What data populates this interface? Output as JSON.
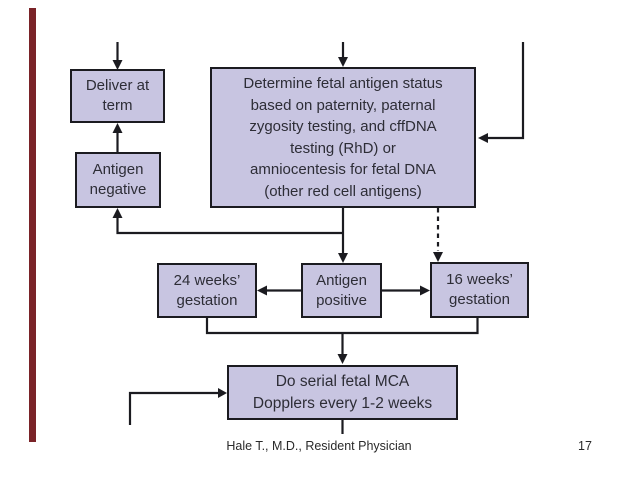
{
  "slide": {
    "footer_text": "Hale T., M.D., Resident Physician",
    "page_number": "17",
    "background_color": "#ffffff",
    "accent_bar_color": "#7a2328"
  },
  "flowchart": {
    "style": {
      "node_fill": "#c8c5e1",
      "node_border": "#1b1b20",
      "text_color": "#2d2d36",
      "line_color": "#1b1b20"
    },
    "nodes": {
      "deliver_at_term": "Deliver at\nterm",
      "antigen_negative": "Antigen\nnegative",
      "determine_status": "Determine fetal antigen status\nbased on paternity, paternal\nzygosity testing, and cffDNA\ntesting (RhD) or\namniocentesis for fetal DNA\n(other red cell antigens)",
      "gestation_24": "24 weeks’\ngestation",
      "antigen_positive": "Antigen\npositive",
      "gestation_16": "16 weeks’\ngestation",
      "mca_dopplers": "Do serial fetal MCA\nDopplers every 1-2 weeks"
    }
  }
}
